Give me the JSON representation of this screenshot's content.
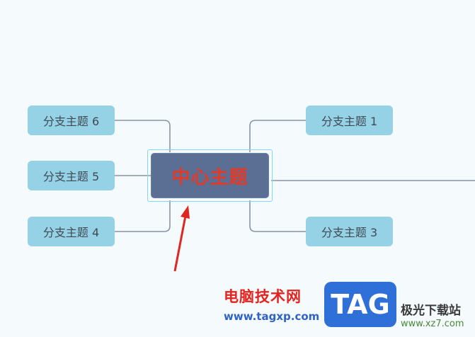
{
  "central_topic": "中心主题",
  "branches": {
    "b1": "分支主题 1",
    "b3": "分支主题 3",
    "b4": "分支主题 4",
    "b5": "分支主题 5",
    "b6": "分支主题 6"
  },
  "watermark": {
    "title": "电脑技术网",
    "url": "www.tagxp.com",
    "logo": "TAG",
    "site": "极光下载站",
    "site_url": "www.xz7.com"
  },
  "colors": {
    "branch_fill": "#96d2e6",
    "central_fill": "#5b6f94",
    "central_text": "#e03a2a",
    "connector": "#8a95a3",
    "arrow": "#e0261e"
  }
}
